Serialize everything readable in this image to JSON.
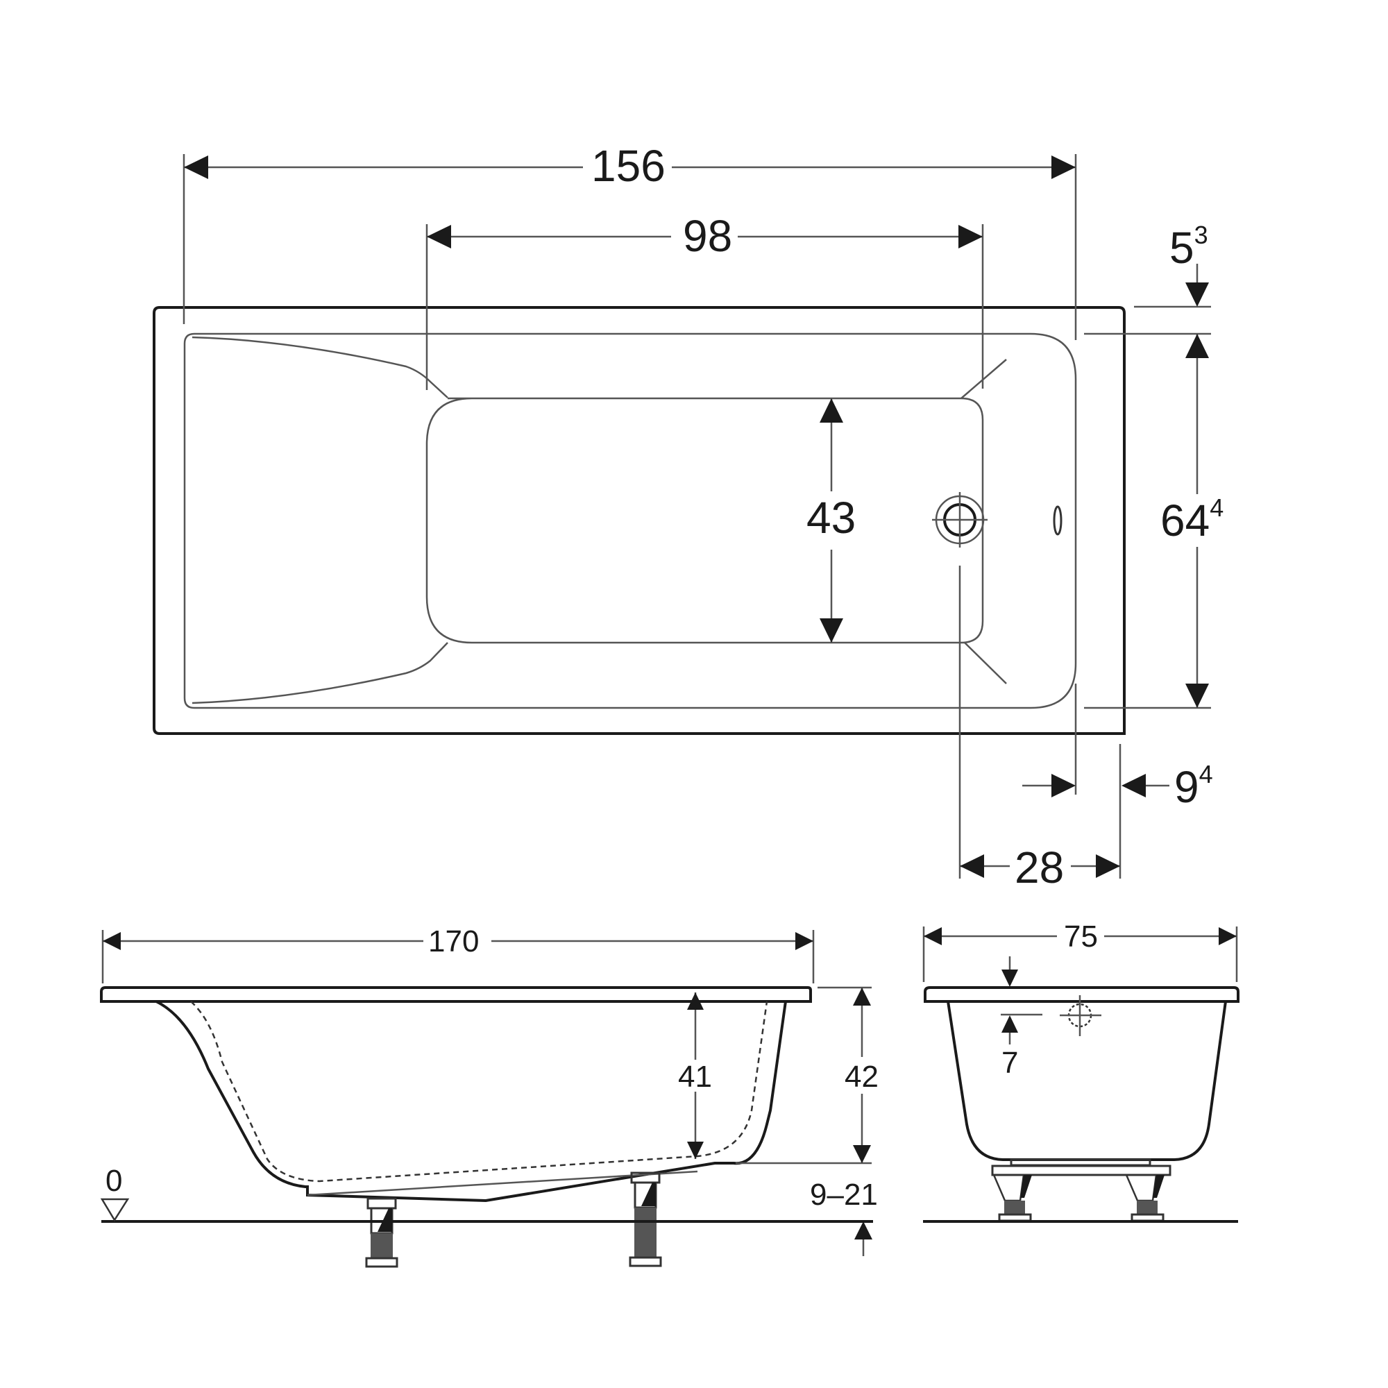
{
  "diagram": {
    "subject": "Rectangular bathtub technical dimension drawing",
    "units": "cm",
    "plan_view": {
      "overall_inner_length": {
        "value": "156"
      },
      "flat_bottom_length": {
        "value": "98"
      },
      "rim_top_offset": {
        "main": "5",
        "sup": "3"
      },
      "inner_width": {
        "main": "64",
        "sup": "4"
      },
      "flat_bottom_width": {
        "value": "43"
      },
      "rim_end_offset": {
        "main": "9",
        "sup": "4"
      },
      "drain_to_end": {
        "value": "28"
      }
    },
    "side_view": {
      "overall_length": {
        "value": "170"
      },
      "inner_depth": {
        "value": "41"
      },
      "total_height": {
        "value": "42"
      },
      "leg_height_range": {
        "value": "9–21"
      },
      "floor_level": {
        "value": "0"
      }
    },
    "end_view": {
      "overall_width": {
        "value": "75"
      },
      "overflow_offset": {
        "value": "7"
      }
    },
    "colors": {
      "line": "#1a1a1a",
      "background": "#ffffff"
    }
  }
}
